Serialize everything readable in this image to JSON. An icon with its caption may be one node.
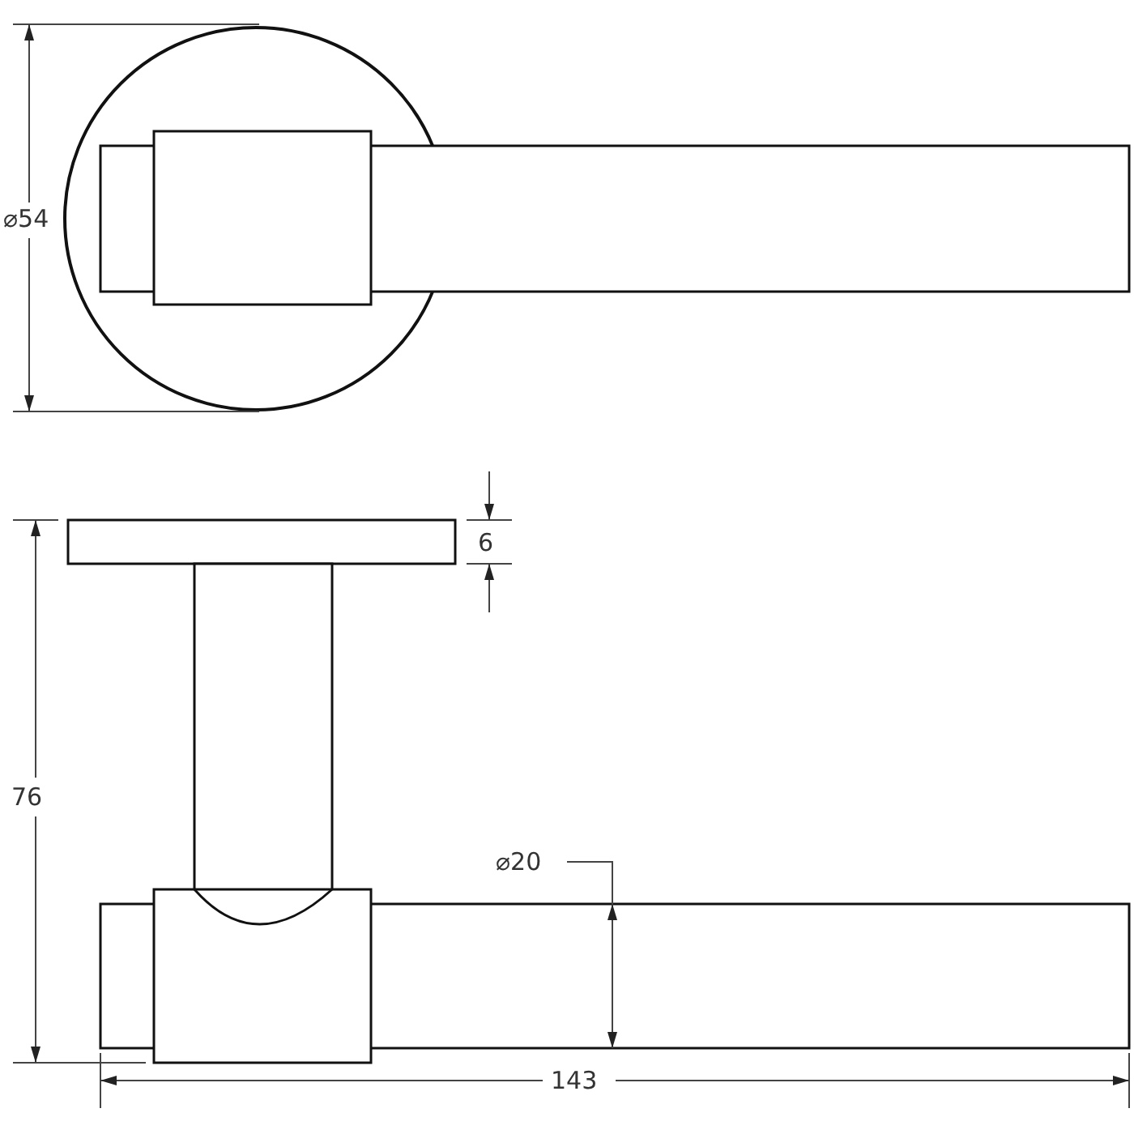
{
  "diagram": {
    "labels": [
      "⌀54",
      "6",
      "76",
      "⌀20",
      "143"
    ]
  }
}
